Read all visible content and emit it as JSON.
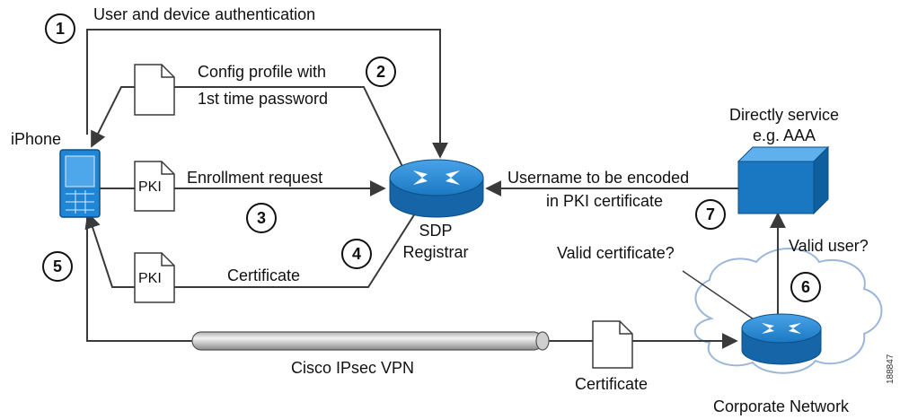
{
  "steps": [
    "1",
    "2",
    "3",
    "4",
    "5",
    "6",
    "7"
  ],
  "labels": {
    "auth": "User and device authentication",
    "config_line1": "Config profile with",
    "config_line2": "1st time password",
    "iphone": "iPhone",
    "enroll": "Enrollment request",
    "certificate_return": "Certificate",
    "sdp_line1": "SDP",
    "sdp_line2": "Registrar",
    "directory_line1": "Directly service",
    "directory_line2": "e.g. AAA",
    "username_line1": "Username to be encoded",
    "username_line2": "in PKI certificate",
    "valid_user": "Valid user?",
    "valid_cert": "Valid certificate?",
    "vpn": "Cisco IPsec VPN",
    "certificate_doc": "Certificate",
    "corporate": "Corporate Network",
    "figure_id": "188847"
  },
  "doc_text": {
    "pki": "PKI"
  },
  "colors": {
    "router_blue": "#1a78c2",
    "device_blue": "#1f86d6",
    "line": "#3a3a3a",
    "cloud_stroke": "#9bb6d8"
  }
}
